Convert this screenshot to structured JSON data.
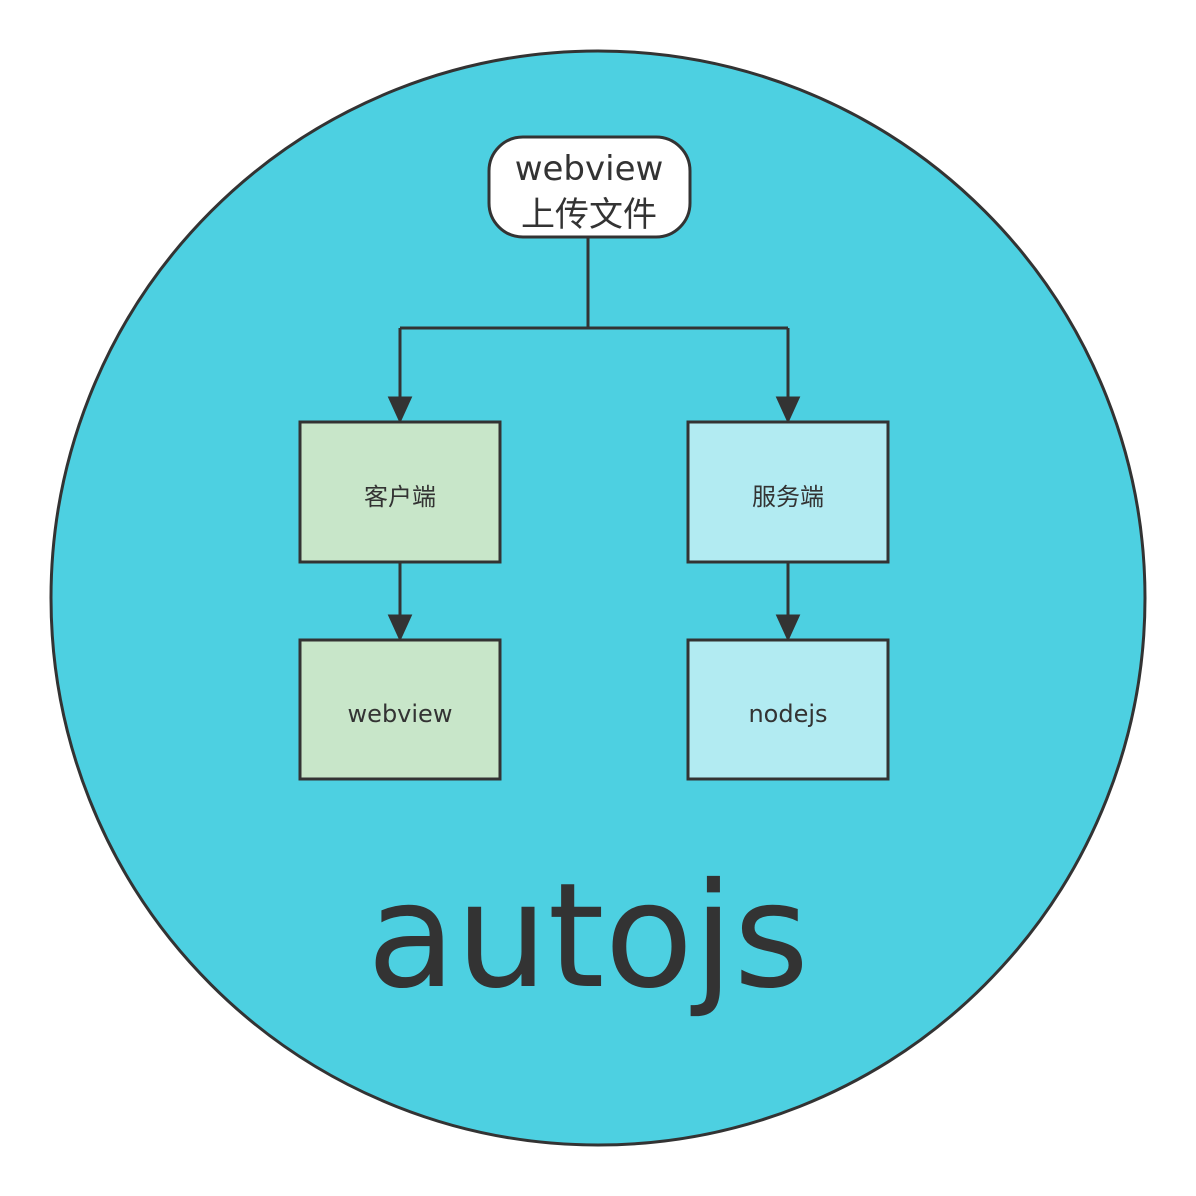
{
  "diagram": {
    "container_label": "autojs",
    "root": {
      "line1": "webview",
      "line2": "上传文件"
    },
    "branches": [
      {
        "top": "客户端",
        "bottom": "webview"
      },
      {
        "top": "服务端",
        "bottom": "nodejs"
      }
    ],
    "colors": {
      "circle_fill": "#4DD0E1",
      "left_fill": "#C8E6C9",
      "right_fill": "#B2EBF2",
      "stroke": "#333333"
    }
  }
}
